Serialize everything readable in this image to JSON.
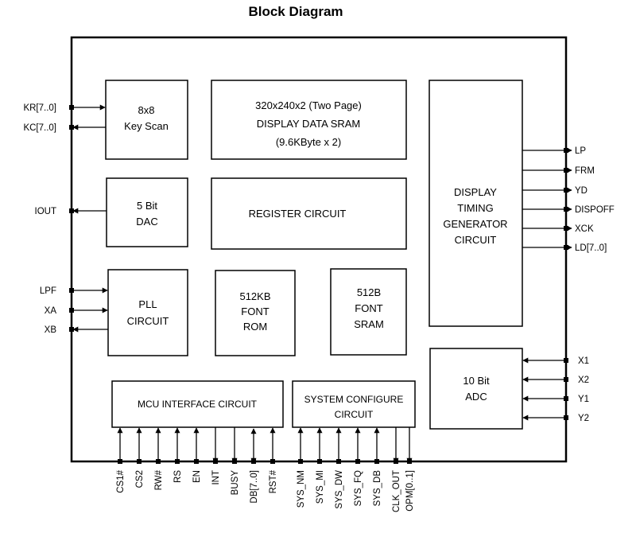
{
  "title": "Block Diagram",
  "blocks": {
    "keyscan": [
      "8x8",
      "Key Scan"
    ],
    "sram": [
      "320x240x2 (Two Page)",
      "DISPLAY DATA   SRAM",
      "(9.6KByte x 2)"
    ],
    "dac": [
      "5 Bit",
      "DAC"
    ],
    "register": [
      "REGISTER CIRCUIT"
    ],
    "timing": [
      "DISPLAY",
      "TIMING",
      "GENERATOR",
      "CIRCUIT"
    ],
    "pll": [
      "PLL",
      "CIRCUIT"
    ],
    "fontrom": [
      "512KB",
      "FONT",
      "ROM"
    ],
    "fontsram": [
      "512B",
      "FONT",
      "SRAM"
    ],
    "adc": [
      "10 Bit",
      "ADC"
    ],
    "mcu": [
      "MCU INTERFACE CIRCUIT"
    ],
    "syscfg": [
      "SYSTEM CONFIGURE",
      "CIRCUIT"
    ]
  },
  "pins": {
    "left": [
      "KR[7..0]",
      "KC[7..0]",
      "IOUT",
      "LPF",
      "XA",
      "XB"
    ],
    "right_top": [
      "LP",
      "FRM",
      "YD",
      "DISPOFF",
      "XCK",
      "LD[7..0]"
    ],
    "right_bottom": [
      "X1",
      "X2",
      "Y1",
      "Y2"
    ],
    "bottom_mcu": [
      "CS1#",
      "CS2",
      "RW#",
      "RS",
      "EN",
      "INT",
      "BUSY",
      "DB[7..0]",
      "RST#"
    ],
    "bottom_sys": [
      "SYS_NM",
      "SYS_MI",
      "SYS_DW",
      "SYS_FQ",
      "SYS_DB",
      "CLK_OUT",
      "OPM[0..1]"
    ]
  }
}
